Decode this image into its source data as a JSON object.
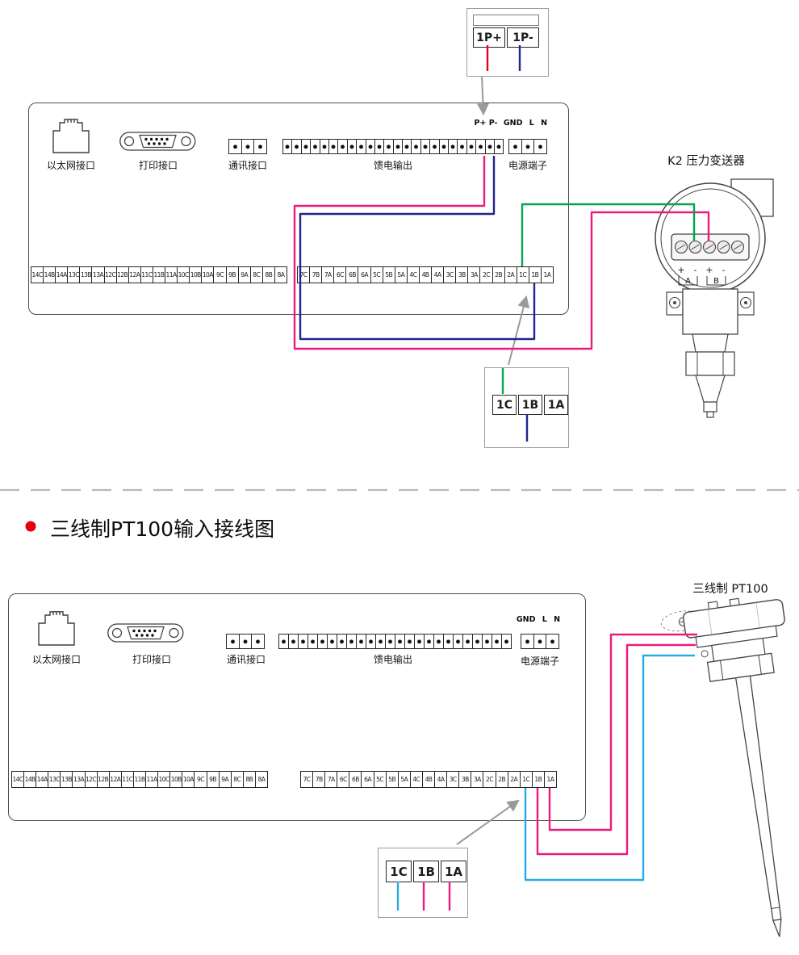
{
  "colors": {
    "wire_red": "#e60023",
    "wire_blue": "#21258e",
    "wire_magenta": "#ec1a7c",
    "wire_green": "#00a651",
    "wire_cyan": "#29abe2",
    "arrow": "#9a9a9a",
    "divider": "#b9b9b9",
    "bullet_red": "#e60012",
    "outline": "#444444"
  },
  "section_pressure": {
    "callout_feed": {
      "cells": [
        "1P+",
        "1P-"
      ]
    },
    "recorder": {
      "ethernet_label": "以太网接口",
      "printer_label": "打印接口",
      "comm_label": "通讯接口",
      "feed_label": "馈电输出",
      "power_label": "电源端子",
      "feed_marks": "P+ P-",
      "power_marks": "GND L N",
      "feed_terminals": 24,
      "comm_terminals": 3,
      "power_terminals": 3,
      "strip_left": [
        "14C",
        "14B",
        "14A",
        "13C",
        "13B",
        "13A",
        "12C",
        "12B",
        "12A",
        "11C",
        "11B",
        "11A",
        "10C",
        "10B",
        "10A",
        "9C",
        "9B",
        "9A",
        "8C",
        "8B",
        "8A"
      ],
      "strip_right": [
        "7C",
        "7B",
        "7A",
        "6C",
        "6B",
        "6A",
        "5C",
        "5B",
        "5A",
        "4C",
        "4B",
        "4A",
        "3C",
        "3B",
        "3A",
        "2C",
        "2B",
        "2A",
        "1C",
        "1B",
        "1A"
      ]
    },
    "transmitter": {
      "title": "K2 压力变送器",
      "polarity_marks": [
        "+",
        "-",
        "+",
        "-"
      ],
      "group_a": "A",
      "group_b": "B"
    },
    "callout_input": {
      "cells": [
        "1C",
        "1B",
        "1A"
      ]
    }
  },
  "section_pt100": {
    "heading": "三线制PT100输入接线图",
    "recorder": {
      "ethernet_label": "以太网接口",
      "printer_label": "打印接口",
      "comm_label": "通讯接口",
      "feed_label": "馈电输出",
      "power_label": "电源端子",
      "power_marks": "GND L N",
      "feed_terminals": 24,
      "comm_terminals": 3,
      "power_terminals": 3,
      "strip_left": [
        "14C",
        "14B",
        "14A",
        "13C",
        "13B",
        "13A",
        "12C",
        "12B",
        "12A",
        "11C",
        "11B",
        "11A",
        "10C",
        "10B",
        "10A",
        "9C",
        "9B",
        "9A",
        "8C",
        "8B",
        "8A"
      ],
      "strip_right": [
        "7C",
        "7B",
        "7A",
        "6C",
        "6B",
        "6A",
        "5C",
        "5B",
        "5A",
        "4C",
        "4B",
        "4A",
        "3C",
        "3B",
        "3A",
        "2C",
        "2B",
        "2A",
        "1C",
        "1B",
        "1A"
      ]
    },
    "sensor": {
      "title": "三线制 PT100"
    },
    "callout_input": {
      "cells": [
        "1C",
        "1B",
        "1A"
      ]
    }
  }
}
